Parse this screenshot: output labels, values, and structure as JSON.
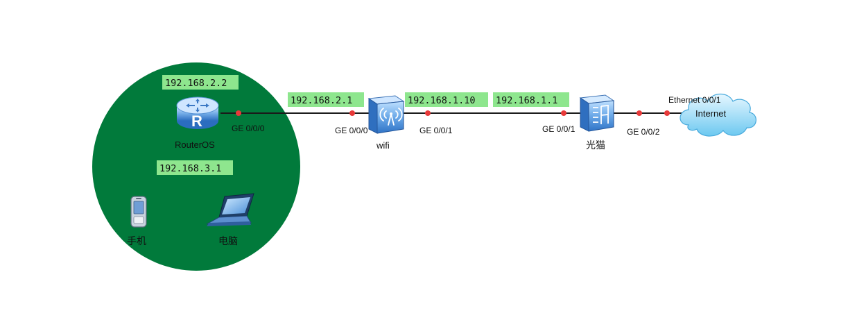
{
  "colors": {
    "lan_zone": "#017a3b",
    "ip_label_bg": "#8ee68e",
    "link": "#1a1a1a",
    "port_dot": "#e83a3a",
    "device_blue": "#4a90d9",
    "cloud_blue": "#8fd3f5"
  },
  "zone": {
    "router": {
      "name": "RouterOS",
      "ip": "192.168.2.2",
      "port": "GE 0/0/0",
      "icon": "router-icon"
    },
    "lan_ip": "192.168.3.1",
    "phone": {
      "name": "手机",
      "icon": "mobile-phone-icon"
    },
    "laptop": {
      "name": "电脑",
      "icon": "laptop-icon"
    }
  },
  "wifi": {
    "name": "wifi",
    "icon": "wireless-ap-icon",
    "port_left": "GE 0/0/0",
    "port_right": "GE 0/0/1",
    "ip_left": "192.168.2.1",
    "ip_right": "192.168.1.10"
  },
  "modem": {
    "name": "光猫",
    "icon": "optical-modem-icon",
    "port_left": "GE 0/0/1",
    "port_right": "GE 0/0/2",
    "ip_left": "192.168.1.1"
  },
  "internet": {
    "name": "Internet",
    "icon": "cloud-icon",
    "port": "Ethernet 0/0/1"
  }
}
